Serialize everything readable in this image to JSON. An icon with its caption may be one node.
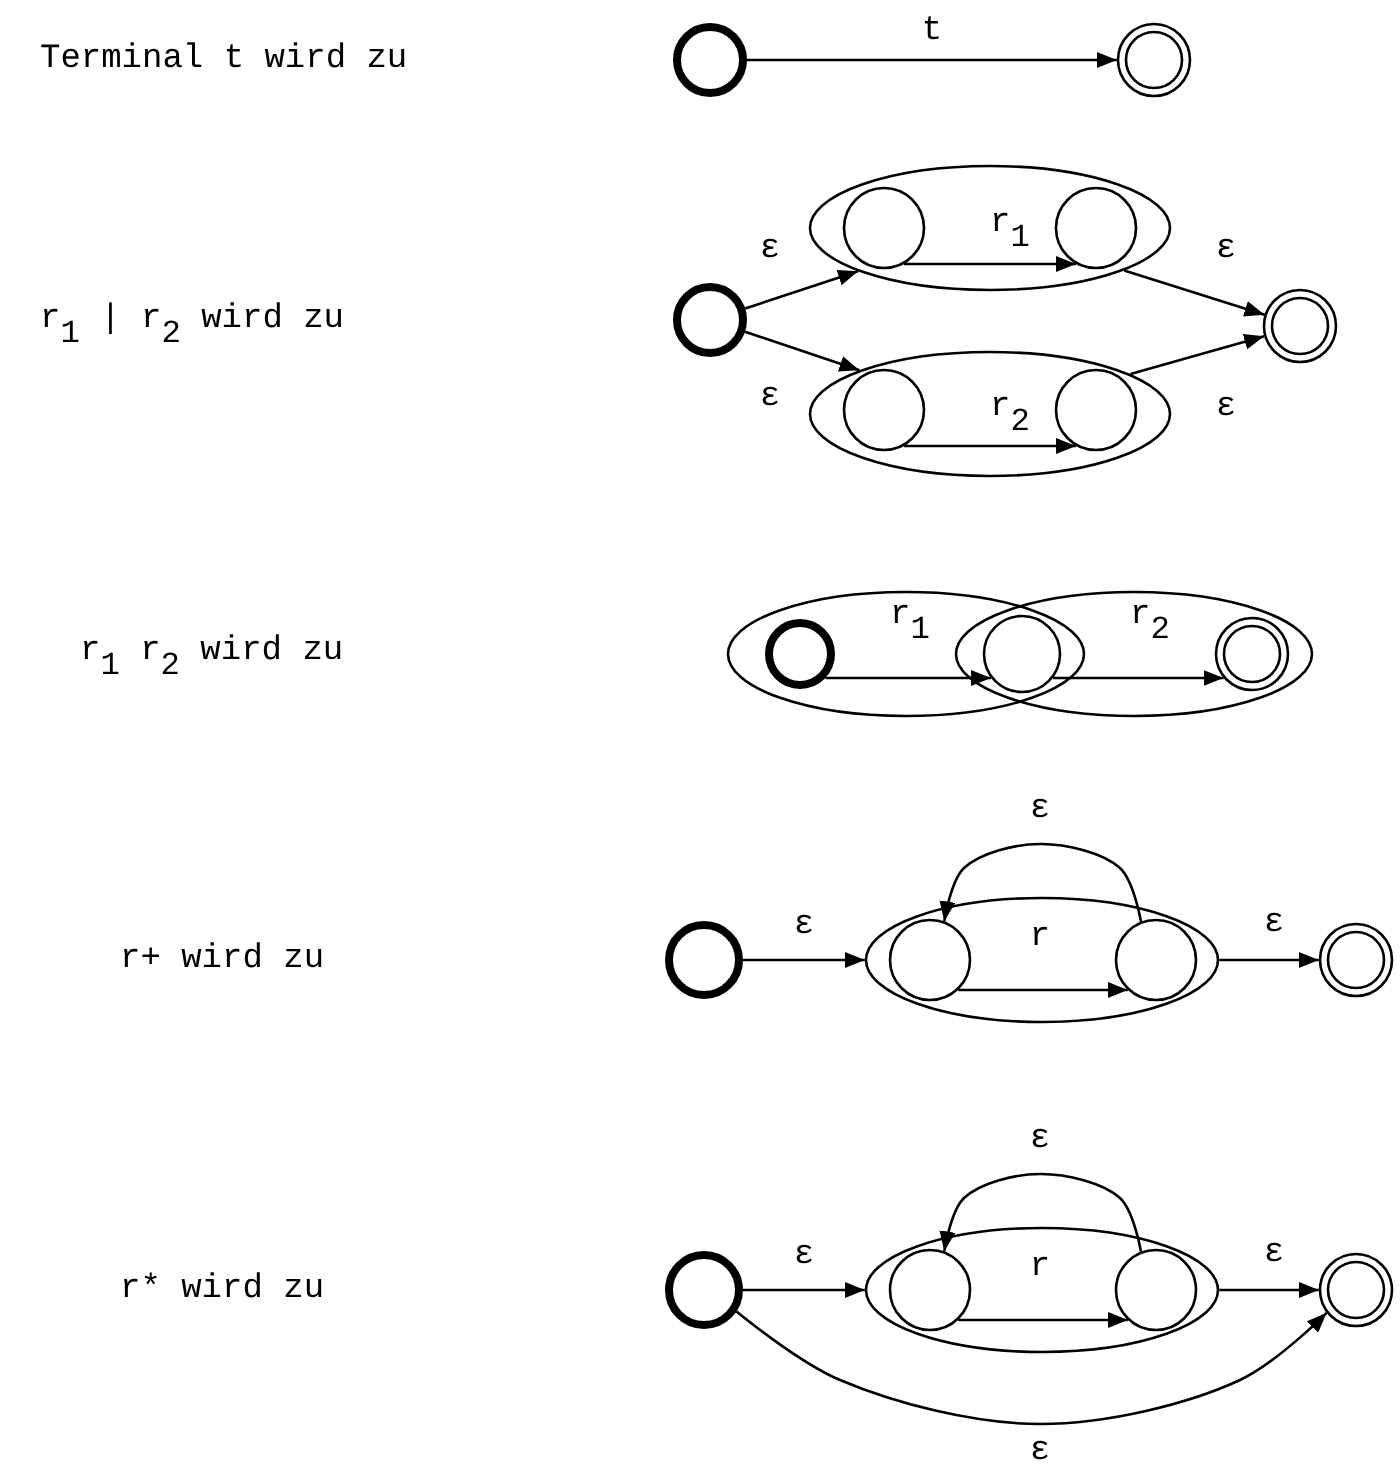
{
  "diagram": {
    "nodes": [
      {
        "text": [],
        "shape": "bold-circle"
      },
      {
        "text": [],
        "shape": "double-circle"
      },
      {
        "text": [],
        "shape": "bold-circle"
      },
      {
        "text": [],
        "shape": "ellipse"
      },
      {
        "text": [],
        "shape": "circle",
        "in": 3
      },
      {
        "text": [],
        "shape": "circle",
        "in": 3
      },
      {
        "text": [],
        "shape": "ellipse"
      },
      {
        "text": [],
        "shape": "circle",
        "in": 6
      },
      {
        "text": [],
        "shape": "circle",
        "in": 6
      },
      {
        "text": [],
        "shape": "double-circle"
      },
      {
        "text": [],
        "shape": "ellipse"
      },
      {
        "text": [],
        "shape": "ellipse"
      },
      {
        "text": [],
        "shape": "bold-circle",
        "in": 10
      },
      {
        "text": [],
        "shape": "circle"
      },
      {
        "text": [],
        "shape": "double-circle",
        "in": 11
      },
      {
        "text": [],
        "shape": "bold-circle"
      },
      {
        "text": [],
        "shape": "ellipse"
      },
      {
        "text": [],
        "shape": "circle",
        "in": 16
      },
      {
        "text": [],
        "shape": "circle",
        "in": 16
      },
      {
        "text": [],
        "shape": "double-circle"
      },
      {
        "text": [],
        "shape": "bold-circle"
      },
      {
        "text": [],
        "shape": "ellipse"
      },
      {
        "text": [],
        "shape": "circle",
        "in": 21
      },
      {
        "text": [],
        "shape": "circle",
        "in": 21
      },
      {
        "text": [],
        "shape": "double-circle"
      }
    ],
    "edges": [
      {
        "from": 0,
        "to": 1,
        "arrow": "to",
        "label": "t"
      },
      {
        "from": 2,
        "to": 3,
        "arrow": "to",
        "label": "ε"
      },
      {
        "from": 2,
        "to": 6,
        "arrow": "to",
        "label": "ε"
      },
      {
        "from": 4,
        "to": 5,
        "arrow": "to",
        "label": "r$_{1}$"
      },
      {
        "from": 7,
        "to": 8,
        "arrow": "to",
        "label": "r$_{2}$"
      },
      {
        "from": 3,
        "to": 9,
        "arrow": "to",
        "label": "ε"
      },
      {
        "from": 6,
        "to": 9,
        "arrow": "to",
        "label": "ε"
      },
      {
        "from": 12,
        "to": 13,
        "arrow": "to",
        "label": "r$_{1}$"
      },
      {
        "from": 13,
        "to": 14,
        "arrow": "to",
        "label": "r$_{2}$"
      },
      {
        "from": 15,
        "to": 16,
        "arrow": "to",
        "label": "ε"
      },
      {
        "from": 17,
        "to": 18,
        "arrow": "to",
        "label": "r"
      },
      {
        "from": 18,
        "to": 17,
        "arrow": "to",
        "label": "ε"
      },
      {
        "from": 16,
        "to": 19,
        "arrow": "to",
        "label": "ε"
      },
      {
        "from": 20,
        "to": 21,
        "arrow": "to",
        "label": "ε"
      },
      {
        "from": 22,
        "to": 23,
        "arrow": "to",
        "label": "r"
      },
      {
        "from": 23,
        "to": 22,
        "arrow": "to",
        "label": "ε"
      },
      {
        "from": 21,
        "to": 24,
        "arrow": "to",
        "label": "ε"
      },
      {
        "from": 20,
        "to": 24,
        "arrow": "to",
        "label": "ε"
      }
    ],
    "labels": [
      "Terminal t wird zu",
      "r$_{1}$ | r$_{2}$ wird zu",
      "r$_{1}$ r$_{2}$ wird zu",
      "r+ wird zu",
      "r* wird zu"
    ]
  }
}
